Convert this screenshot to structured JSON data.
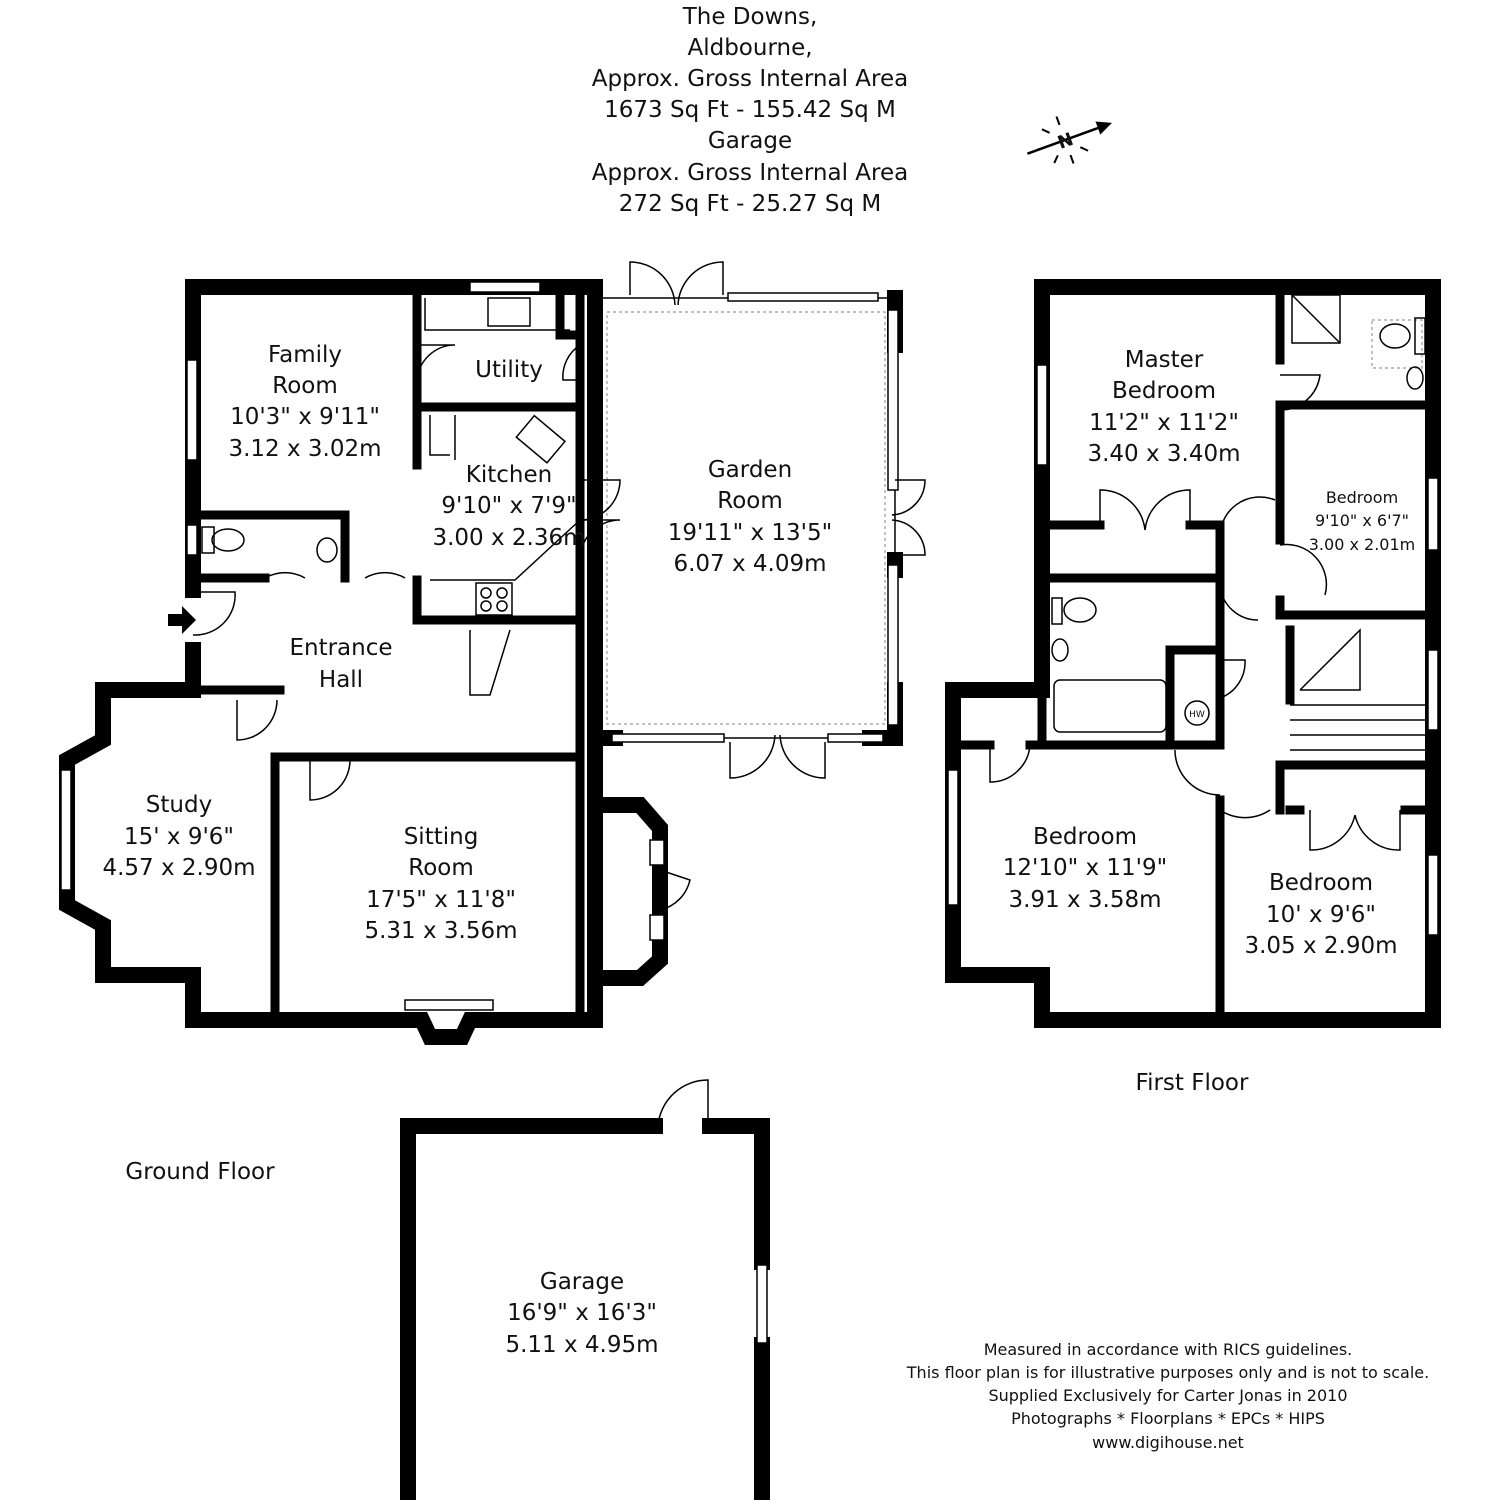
{
  "header": {
    "lines": [
      "The Downs,",
      "Aldbourne,",
      "Approx. Gross Internal Area",
      "1673 Sq Ft  -  155.42 Sq M",
      "Garage",
      "Approx. Gross Internal Area",
      "272 Sq Ft  -  25.27 Sq M"
    ]
  },
  "compass": {
    "label": "N",
    "icon": "north-arrow-icon"
  },
  "ground_floor": {
    "label": "Ground Floor",
    "rooms": [
      {
        "name": "Family",
        "name2": "Room",
        "imperial": "10'3\" x 9'11\"",
        "metric": "3.12 x 3.02m"
      },
      {
        "name": "Utility"
      },
      {
        "name": "Kitchen",
        "imperial": "9'10\" x 7'9\"",
        "metric": "3.00 x 2.36m"
      },
      {
        "name": "Garden",
        "name2": "Room",
        "imperial": "19'11\" x 13'5\"",
        "metric": "6.07 x 4.09m"
      },
      {
        "name": "Entrance",
        "name2": "Hall"
      },
      {
        "name": "Study",
        "imperial": "15' x 9'6\"",
        "metric": "4.57 x 2.90m"
      },
      {
        "name": "Sitting",
        "name2": "Room",
        "imperial": "17'5\" x 11'8\"",
        "metric": "5.31 x 3.56m"
      }
    ]
  },
  "first_floor": {
    "label": "First Floor",
    "rooms": [
      {
        "name": "Master",
        "name2": "Bedroom",
        "imperial": "11'2\" x 11'2\"",
        "metric": "3.40 x 3.40m"
      },
      {
        "name": "Bedroom",
        "imperial": "9'10\" x 6'7\"",
        "metric": "3.00 x 2.01m"
      },
      {
        "name": "Bedroom",
        "imperial": "12'10\" x 11'9\"",
        "metric": "3.91 x 3.58m"
      },
      {
        "name": "Bedroom",
        "imperial": "10' x 9'6\"",
        "metric": "3.05 x 2.90m"
      }
    ],
    "hw_label": "HW"
  },
  "garage": {
    "name": "Garage",
    "imperial": "16'9\" x 16'3\"",
    "metric": "5.11 x 4.95m"
  },
  "footer": {
    "lines": [
      "Measured in accordance with RICS guidelines.",
      "This floor plan is for illustrative purposes only and is not to scale.",
      "Supplied Exclusively for Carter Jonas in 2010",
      "Photographs * Floorplans * EPCs * HIPS",
      "www.digihouse.net"
    ]
  }
}
